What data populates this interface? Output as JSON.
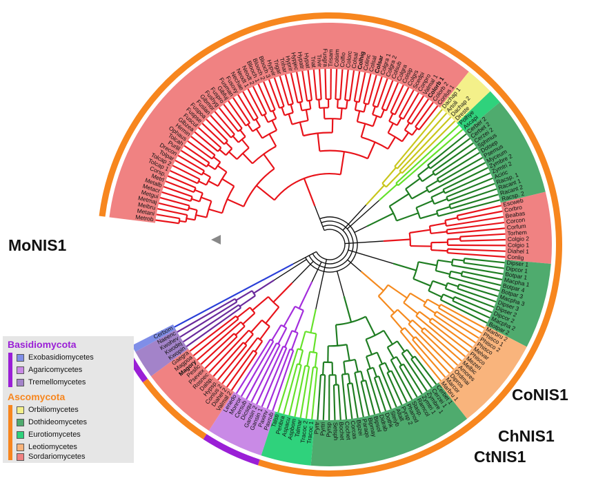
{
  "labels": {
    "monis": "MoNIS1",
    "conis": "CoNIS1",
    "chnis": "ChNIS1",
    "ctnis": "CtNIS1"
  },
  "legend": {
    "phylum1": {
      "name": "Basidiomycota",
      "color": "#9a1fd6"
    },
    "phylum2": {
      "name": "Ascomycota",
      "color": "#f7861e"
    },
    "classes": [
      {
        "name": "Exobasidiomycetes",
        "color": "#7f8ee8"
      },
      {
        "name": "Agaricomycetes",
        "color": "#c98ae6"
      },
      {
        "name": "Tremellomycetes",
        "color": "#a383c9"
      },
      {
        "name": "Orbiliomycetes",
        "color": "#f4f08a"
      },
      {
        "name": "Dothideomycetes",
        "color": "#4fab6e"
      },
      {
        "name": "Eurotiomycetes",
        "color": "#2fd27c"
      },
      {
        "name": "Leotiomycetes",
        "color": "#f9b47c"
      },
      {
        "name": "Sordariomycetes",
        "color": "#f08282"
      }
    ]
  },
  "branch_colors": {
    "sordario": "#e8131a",
    "dothideo": "#1f7d22",
    "leotio": "#f58a1e",
    "euro": "#65e12a",
    "agarico": "#a32ddc",
    "tremello": "#6a2a9c",
    "exobasidio": "#2a3fd8",
    "orbilio": "#c8c61c",
    "backbone": "#111111"
  },
  "leaves": [
    {
      "name": "Metrob",
      "cls": 7
    },
    {
      "name": "Metani",
      "cls": 7
    },
    {
      "name": "Meibru",
      "cls": 7
    },
    {
      "name": "Metmaj",
      "cls": 7
    },
    {
      "name": "Metgui",
      "cls": 7
    },
    {
      "name": "Metacr",
      "cls": 7
    },
    {
      "name": "Metalb",
      "cls": 7
    },
    {
      "name": "Metrl",
      "cls": 7
    },
    {
      "name": "Corsp.",
      "cls": 7
    },
    {
      "name": "Tolcap 1",
      "cls": 7
    },
    {
      "name": "Tolcap 2",
      "cls": 7
    },
    {
      "name": "Tolpar",
      "cls": 7
    },
    {
      "name": "Drecon",
      "cls": 7
    },
    {
      "name": "Purlil",
      "cls": 7
    },
    {
      "name": "Tolcah",
      "cls": 7
    },
    {
      "name": "Ophaus",
      "cls": 7
    },
    {
      "name": "Hirmin",
      "cls": 7
    },
    {
      "name": "Glbzea",
      "cls": 7
    },
    {
      "name": "Fuscul",
      "cls": 7
    },
    {
      "name": "Fuspse",
      "cls": 7
    },
    {
      "name": "Fuspoa",
      "cls": 7
    },
    {
      "name": "Fuslan",
      "cls": 7
    },
    {
      "name": "Gibmor",
      "cls": 7
    },
    {
      "name": "Fushyg",
      "cls": 7
    },
    {
      "name": "Fuspro",
      "cls": 7
    },
    {
      "name": "Gibfuj",
      "cls": 7
    },
    {
      "name": "Fusman",
      "cls": 7
    },
    {
      "name": "Fusoxy",
      "cls": 7
    },
    {
      "name": "Nechae",
      "cls": 7
    },
    {
      "name": "Neodt 1",
      "cls": 7
    },
    {
      "name": "Neodt 2",
      "cls": 7
    },
    {
      "name": "Blooch 1",
      "cls": 7
    },
    {
      "name": "Blooch 2",
      "cls": 7
    },
    {
      "name": "Blooch 3",
      "cls": 7
    },
    {
      "name": "Hypvir",
      "cls": 7
    },
    {
      "name": "Trigar",
      "cls": 7
    },
    {
      "name": "Trihar",
      "cls": 7
    },
    {
      "name": "Hyprir",
      "cls": 7
    },
    {
      "name": "Hypjec",
      "cls": 7
    },
    {
      "name": "Hypatr",
      "cls": 7
    },
    {
      "name": "Hypat",
      "cls": 7
    },
    {
      "name": "Triat",
      "cls": 7
    },
    {
      "name": "Trivir",
      "cls": 7
    },
    {
      "name": "Fusgra",
      "cls": 7
    },
    {
      "name": "Trisam",
      "cls": 7
    },
    {
      "name": "Colsim",
      "cls": 7
    },
    {
      "name": "Colfio",
      "cls": 7
    },
    {
      "name": "Colorc",
      "cls": 7
    },
    {
      "name": "Colsal",
      "cls": 7
    },
    {
      "name": "Colhig",
      "cls": 7,
      "bold": true
    },
    {
      "name": "Colinc",
      "cls": 7
    },
    {
      "name": "Colsal",
      "cls": 7
    },
    {
      "name": "Colsar",
      "cls": 7,
      "bold": true
    },
    {
      "name": "Colgra 1",
      "cls": 7
    },
    {
      "name": "Colgra 2",
      "cls": 7
    },
    {
      "name": "Colsub",
      "cls": 7
    },
    {
      "name": "Colgra",
      "cls": 7
    },
    {
      "name": "Colsip",
      "cls": 7
    },
    {
      "name": "Colgrs",
      "cls": 7
    },
    {
      "name": "Scedpi",
      "cls": 7
    },
    {
      "name": "Conpro",
      "cls": 7
    },
    {
      "name": "Valmal 1",
      "cls": 7
    },
    {
      "name": "Colorb 1",
      "cls": 7,
      "bold": true
    },
    {
      "name": "Colorb 2",
      "cls": 7
    },
    {
      "name": "Conlus 1",
      "cls": 7
    },
    {
      "name": "Dachap 1",
      "cls": 3
    },
    {
      "name": "Artoli",
      "cls": 3
    },
    {
      "name": "Dachap 2",
      "cls": 3
    },
    {
      "name": "Dreste",
      "cls": 3
    },
    {
      "name": "Polhye",
      "cls": 5
    },
    {
      "name": "Ascapi",
      "cls": 5
    },
    {
      "name": "Cerber 2",
      "cls": 4
    },
    {
      "name": "Cerbet 2",
      "cls": 4
    },
    {
      "name": "Cerzei 2",
      "cls": 4
    },
    {
      "name": "Sphmus",
      "cls": 4
    },
    {
      "name": "Dotsep",
      "cls": 4
    },
    {
      "name": "Psemus",
      "cls": 4
    },
    {
      "name": "Myceum",
      "cls": 4
    },
    {
      "name": "Zymbre 2",
      "cls": 4
    },
    {
      "name": "Zymtri 2",
      "cls": 4
    },
    {
      "name": "Aciric",
      "cls": 4
    },
    {
      "name": "Racsp. 1",
      "cls": 4
    },
    {
      "name": "Racant 1",
      "cls": 4
    },
    {
      "name": "Racant 2",
      "cls": 4
    },
    {
      "name": "Racsp. 2",
      "cls": 4
    },
    {
      "name": "Escweb",
      "cls": 7
    },
    {
      "name": "Corbro",
      "cls": 7
    },
    {
      "name": "Beabas",
      "cls": 7
    },
    {
      "name": "Corcon",
      "cls": 7
    },
    {
      "name": "Corfum",
      "cls": 7
    },
    {
      "name": "Torhem",
      "cls": 7
    },
    {
      "name": "Colgio 2",
      "cls": 7
    },
    {
      "name": "Colgio 1",
      "cls": 7
    },
    {
      "name": "Diahel 1",
      "cls": 7
    },
    {
      "name": "Conlig",
      "cls": 7
    },
    {
      "name": "Dipser 1",
      "cls": 4
    },
    {
      "name": "Dipcor 1",
      "cls": 4
    },
    {
      "name": "Botpar 1",
      "cls": 4
    },
    {
      "name": "Macpha 1",
      "cls": 4
    },
    {
      "name": "Botpar 4",
      "cls": 4
    },
    {
      "name": "Botpar 3",
      "cls": 4
    },
    {
      "name": "Macpha 3",
      "cls": 4
    },
    {
      "name": "Dipser 3",
      "cls": 4
    },
    {
      "name": "Dipser 2",
      "cls": 4
    },
    {
      "name": "Dipcor 2",
      "cls": 4
    },
    {
      "name": "Macpha 2",
      "cls": 4
    },
    {
      "name": "Botpar 2",
      "cls": 4
    },
    {
      "name": "Marbru 2",
      "cls": 6
    },
    {
      "name": "Phisco 1",
      "cls": 6
    },
    {
      "name": "Phisco 2",
      "cls": 6
    },
    {
      "name": "Phisco",
      "cls": 6
    },
    {
      "name": "Melvar",
      "cls": 6
    },
    {
      "name": "Phisco",
      "cls": 6
    },
    {
      "name": "Mezeri",
      "cls": 6
    },
    {
      "name": "Melbic",
      "cls": 6
    },
    {
      "name": "Amores",
      "cls": 6
    },
    {
      "name": "Ordmai",
      "cls": 6
    },
    {
      "name": "Dipros",
      "cls": 6
    },
    {
      "name": "Marcor",
      "cls": 6
    },
    {
      "name": "Marbru 1",
      "cls": 6
    },
    {
      "name": "Cerbet 1",
      "cls": 4
    },
    {
      "name": "Cerzei 1",
      "cls": 4
    },
    {
      "name": "Zymbre 1",
      "cls": 4
    },
    {
      "name": "Zymtri 1",
      "cls": 4
    },
    {
      "name": "Ramcol",
      "cls": 4
    },
    {
      "name": "Stasp.",
      "cls": 4
    },
    {
      "name": "Phanod",
      "cls": 4
    },
    {
      "name": "Pyrsp 2",
      "cls": 4
    },
    {
      "name": "Altalt",
      "cls": 4
    },
    {
      "name": "Steiyb",
      "cls": 4
    },
    {
      "name": "Dothk",
      "cls": 4
    },
    {
      "name": "Didrab",
      "cls": 4
    },
    {
      "name": "Bipsol",
      "cls": 4
    },
    {
      "name": "Bipmay",
      "cls": 4
    },
    {
      "name": "Paraqo",
      "cls": 4
    },
    {
      "name": "Bipzei",
      "cls": 4
    },
    {
      "name": "Corcas",
      "cls": 4
    },
    {
      "name": "Cochet",
      "cls": 4
    },
    {
      "name": "Bochet",
      "cls": 4
    },
    {
      "name": "Setsph",
      "cls": 4
    },
    {
      "name": "Pyrsp",
      "cls": 4
    },
    {
      "name": "Pyrtri",
      "cls": 4
    },
    {
      "name": "Pyrtr",
      "cls": 4
    },
    {
      "name": "Tracoc 1",
      "cls": 5
    },
    {
      "name": "Tracoc 2",
      "cls": 5
    },
    {
      "name": "Talmar",
      "cls": 5
    },
    {
      "name": "Aspbom",
      "cls": 5
    },
    {
      "name": "Aspacu",
      "cls": 5
    },
    {
      "name": "Penbra",
      "cls": 5
    },
    {
      "name": "Talsti",
      "cls": 5
    },
    {
      "name": "Paxrub",
      "cls": 1
    },
    {
      "name": "Paxinv",
      "cls": 1
    },
    {
      "name": "Gansin 1",
      "cls": 1
    },
    {
      "name": "Gansin 2",
      "cls": 1
    },
    {
      "name": "Dicsqu",
      "cls": 1
    },
    {
      "name": "Cersub",
      "cls": 1
    },
    {
      "name": "Monror",
      "cls": 1
    },
    {
      "name": "Lenedo",
      "cls": 1
    },
    {
      "name": "Valmal 2",
      "cls": 7
    },
    {
      "name": "Diahel 2",
      "cls": 7
    },
    {
      "name": "Conlus 2",
      "cls": 7
    },
    {
      "name": "Hypsp.",
      "cls": 7
    },
    {
      "name": "Dalsp.",
      "cls": 7
    },
    {
      "name": "Rosnec",
      "cls": 7
    },
    {
      "name": "Psevex",
      "cls": 7
    },
    {
      "name": "Pesfic",
      "cls": 7
    },
    {
      "name": "Magory",
      "cls": 7,
      "bold": true
    },
    {
      "name": "Magpoa",
      "cls": 7
    },
    {
      "name": "Gaegra",
      "cls": 7
    },
    {
      "name": "Kwopin",
      "cls": 2
    },
    {
      "name": "Kwodej",
      "cls": 2
    },
    {
      "name": "Kwohev",
      "cls": 2
    },
    {
      "name": "Naeenc",
      "cls": 2
    },
    {
      "name": "Cerbom",
      "cls": 0
    }
  ]
}
